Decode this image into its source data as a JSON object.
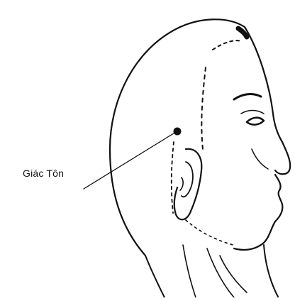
{
  "diagram": {
    "point_label": "Giác Tôn",
    "ink_color": "#111111",
    "background_color": "#ffffff",
    "icons": [
      "head-profile-illustration",
      "acupoint-dot"
    ]
  }
}
